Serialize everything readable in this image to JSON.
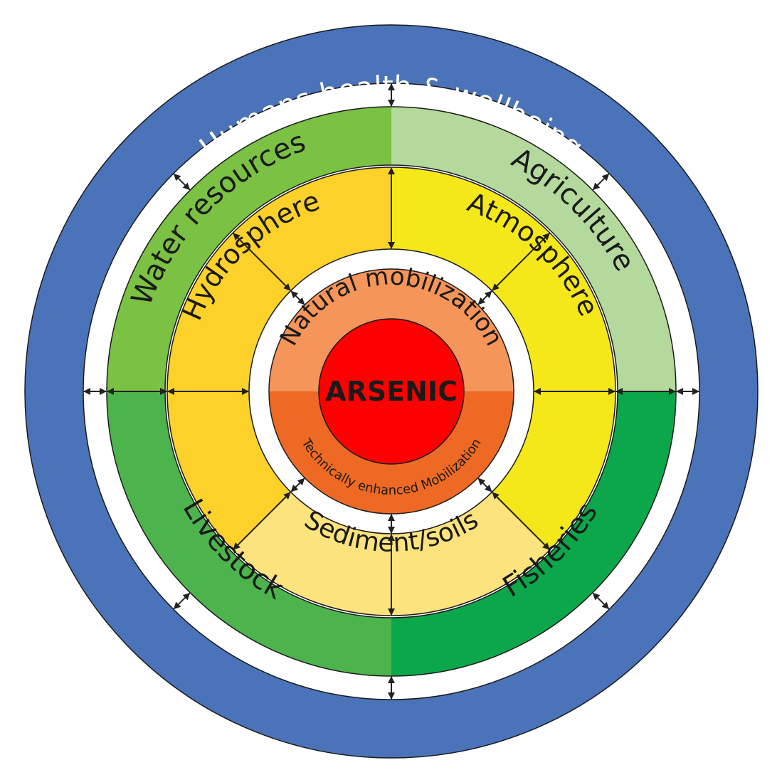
{
  "center": {
    "label": "ARSENIC",
    "color": "#ff0000"
  },
  "mobilization": {
    "natural": {
      "label": "Natural mobilization",
      "color": "#f5955a"
    },
    "technical": {
      "label": "Technically enhanced Mobilization",
      "color": "#ee6a24"
    }
  },
  "environment": {
    "hydrosphere": {
      "label": "Hydrosphere",
      "color": "#fcd12a"
    },
    "atmosphere": {
      "label": "Atmosphere",
      "color": "#f5e81a"
    },
    "sediment": {
      "label": "Sediment/soils",
      "color": "#fde37e"
    }
  },
  "sectors": {
    "water_resources": {
      "label": "Water resources",
      "color": "#7bc143"
    },
    "agriculture": {
      "label": "Agriculture",
      "color": "#b4d99d"
    },
    "livestock": {
      "label": "Livestock",
      "color": "#4db44d"
    },
    "fisheries": {
      "label": "Fisheries",
      "color": "#0ca74a"
    }
  },
  "outer": {
    "label": "Humans health & wellbeing",
    "color": "#4a73b9"
  }
}
